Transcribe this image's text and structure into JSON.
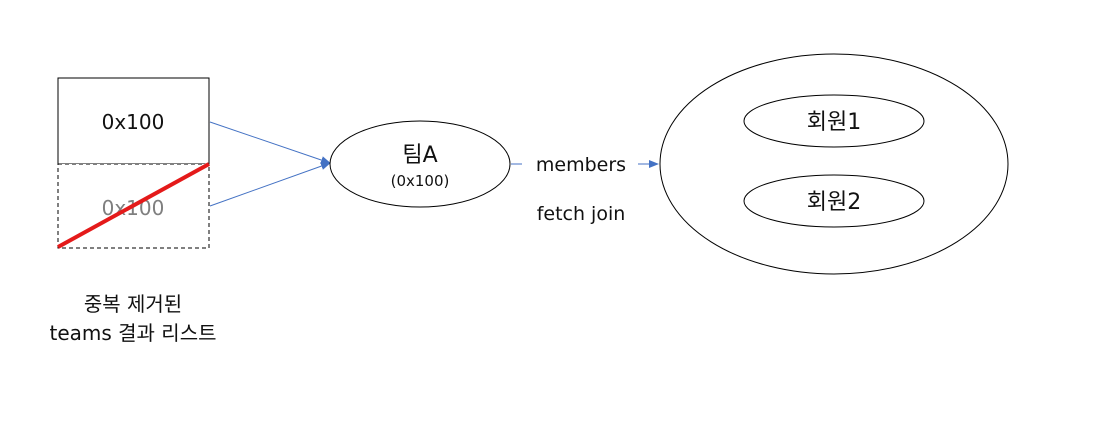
{
  "result_list": {
    "top_cell": "0x100",
    "bottom_cell_duplicate": "0x100",
    "caption_line1": "중복 제거된",
    "caption_line2": "teams 결과 리스트"
  },
  "team": {
    "name": "팀A",
    "address": "(0x100)"
  },
  "relation": {
    "label": "members",
    "sublabel": "fetch join"
  },
  "members": [
    {
      "name": "회원1"
    },
    {
      "name": "회원2"
    }
  ],
  "colors": {
    "arrow": "#4472c4",
    "strike": "#e41a1a",
    "outline": "#000000",
    "duplicate_text": "#7f7f7f"
  }
}
